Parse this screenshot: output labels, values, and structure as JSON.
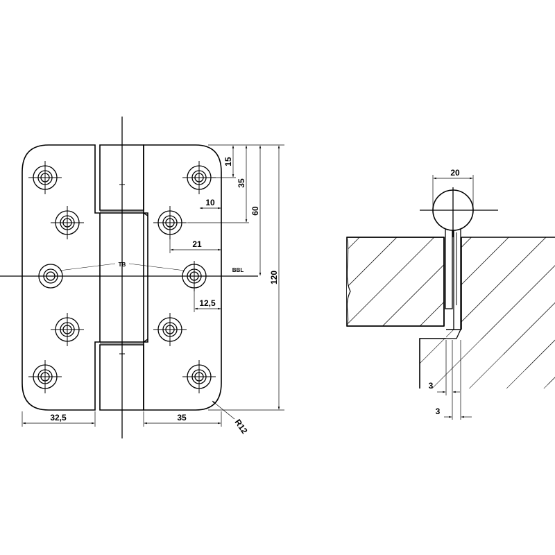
{
  "dimensions": {
    "leaf_width_left": "32,5",
    "leaf_width_right": "35",
    "corner_radius": "R12",
    "top_offset_1": "15",
    "top_offset_2": "35",
    "top_offset_3": "60",
    "total_height": "120",
    "hole_offset_10": "10",
    "hole_offset_21": "21",
    "hole_offset_12_5": "12,5",
    "knuckle_diameter": "20",
    "gap_1": "3",
    "gap_2": "3"
  },
  "labels": {
    "tb": "TB",
    "bbl": "BBL"
  }
}
